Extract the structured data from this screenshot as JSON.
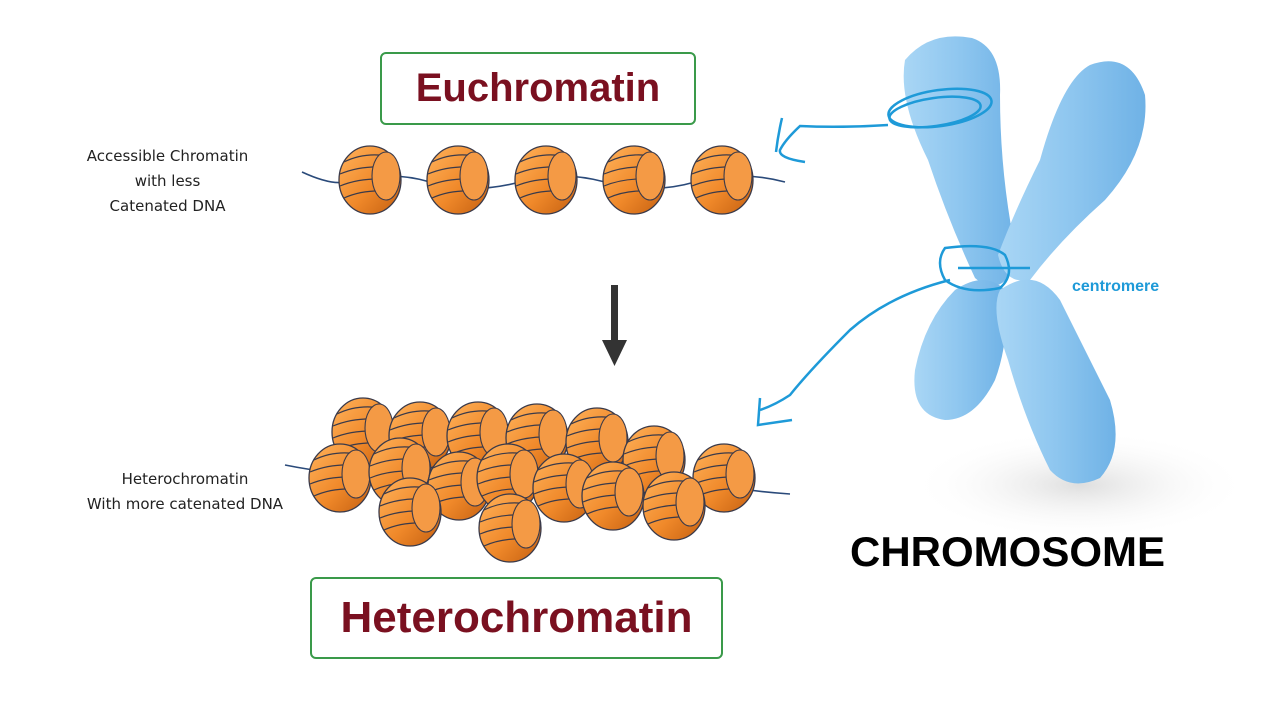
{
  "euchromatin": {
    "title": "Euchromatin",
    "description": [
      "Accessible Chromatin",
      "with less",
      "Catenated DNA"
    ]
  },
  "heterochromatin": {
    "title": "Heterochromatin",
    "description": [
      "Heterochromatin",
      "With more catenated DNA"
    ]
  },
  "chromosome": {
    "title": "CHROMOSOME",
    "centromere_label": "centromere"
  },
  "colors": {
    "nucleosome": "#f0892a",
    "chromosome": "#8ec6ef",
    "annotation": "#1e9ad8",
    "title_text": "#7a1020",
    "box_border": "#3a9a4a",
    "arrow": "#333333"
  }
}
